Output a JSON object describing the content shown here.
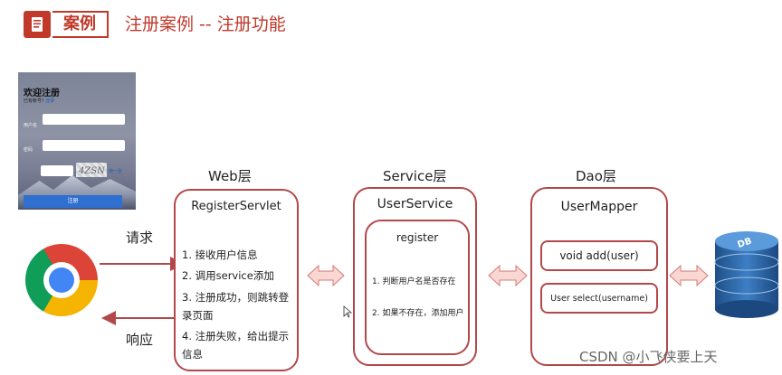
{
  "header": {
    "badge_label": "案例",
    "title": "注册案例 -- 注册功能"
  },
  "screenshot": {
    "title": "欢迎注册",
    "account_prompt": "已有帐号?",
    "login_link": "登录",
    "username_label": "用户名",
    "password_label": "密码",
    "captcha_text": "4ZSN",
    "captcha_refresh": "换一张",
    "submit_label": "注册"
  },
  "client": {
    "request_label": "请求",
    "response_label": "响应"
  },
  "web_layer": {
    "title": "Web层",
    "box_title": "RegisterServlet",
    "steps": [
      "1. 接收用户信息",
      "2. 调用service添加",
      "3. 注册成功，则跳转登",
      "录页面",
      "4. 注册失败，给出提示",
      "信息"
    ]
  },
  "service_layer": {
    "title": "Service层",
    "box_title": "UserService",
    "method_title": "register",
    "steps": [
      "1. 判断用户名是否存在",
      "2. 如果不存在，添加用户"
    ]
  },
  "dao_layer": {
    "title": "Dao层",
    "box_title": "UserMapper",
    "methods": [
      "void add(user)",
      "User select(username)"
    ]
  },
  "database": {
    "label": "DB"
  },
  "watermark": "CSDN @小飞侠要上天"
}
